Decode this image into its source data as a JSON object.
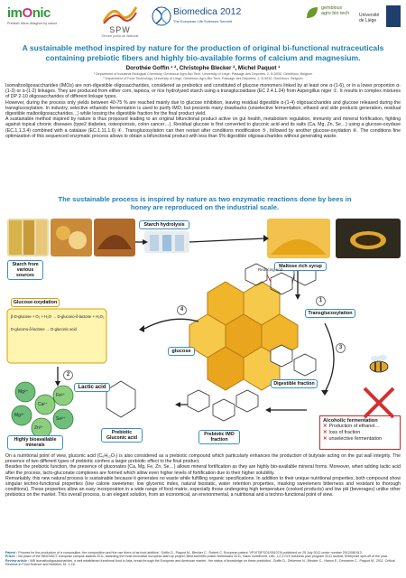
{
  "logos": {
    "imonic": {
      "word_a": "im",
      "word_b": "O",
      "word_c": "nic",
      "tagline": "Prebiotic fibers designed by nature"
    },
    "spw": {
      "word": "SPW",
      "tagline": "Service public de Wallonie"
    },
    "biomedica": {
      "line1": "Biomedica 2012",
      "line2": "The European Life Sciences Summit"
    },
    "gembloux": {
      "line1": "gembloux",
      "line2": "agro bio tech"
    },
    "ulg": {
      "line1": "Université",
      "line2": "de Liège"
    }
  },
  "title": "A sustainable method inspired by nature for the production of original bi-functional nutraceuticals containing prebiotic fibers and highly bio-available forms of calcium and magnesium.",
  "authors": "Dorothée Goffin ¹ ², Christophe Blecker ², Michel Paquot ¹",
  "affiliations": [
    "¹ Department of Industrial Biological Chemistry, Gembloux Agro-Bio Tech, University of Liège, Passage des Déportés, 2, B-5030, Gembloux, Belgium",
    "² Department of Food Technology, University of Liège, Gembloux Agro-Bio Tech, Passage des Déportés, 2, B-5030, Gembloux, Belgium"
  ],
  "intro": {
    "p1": "Isomaltooligosaccharides (IMOs) are non-digestible oligosaccharides, considered as prebiotics and constituted of glucose monomers linked by at least one α-(1-6), or in a lower proportion α-(1-3) or α-(1-2) linkages. They are produced from either corn, tapioca, or rice hydrolyzed starch using a transglucosidase (EC 2.4.1.24) from Aspergillus niger ①. It results in complex mixtures of DP 2-10 oligosaccharides of different linkage types.",
    "p2": "However, during the process only yields between 40-75 % are reached mainly due to glucose inhibition, leaving residual digestible α-(1-4) oligosaccharides and glucose released during the transglucosylation. In industry, selective ethanolic fermentation is used to purify IMO, but presents many drawbacks (unselective fermentation, ethanol and side products generation, residual digestible maltooligosaccharides…) while loosing the digestible fraction for the final product yield.",
    "p3": "A sustainable method inspired by nature is thus proposed leading to an original bifunctional product active on gut health, metabolism regulation, immunity and mineral fortification, fighting against topical chronic diseases (type2 diabetes, osteoporosis, colon cancer…). Residual glucose is first converted to gluconic acid and its salts (Ca, Mg, Zn, Se…) using a glucose-oxydase (EC.1.1.3.4) combined with a catalase (EC.1.11.1.6) ④. Transglucosylation can then restart after conditions modification ⑤, followed by another glucose-oxydation ⑥. The conditions fine optimization of this sequenced enzymatic process allows to obtain a bifunctional product with less than 5% digestible oligosaccharides without generating waste."
  },
  "banner": "The sustainable process is inspired by nature as two enzymatic reactions done by bees in honey are reproduced on the industrial scale.",
  "diagram": {
    "starch_sources": "Starch from various sources",
    "starch_hydrolysis": "Starch hydrolysis",
    "maltose_syrup": "Maltose rich syrup",
    "transglucosylation": "Transglucosylation",
    "glucose_oxydation": "Glucose-oxydation",
    "lactic_acid": "Lactic acid",
    "glucose": "glucose",
    "digestible_fraction": "Digestible fraction",
    "minerals": "Highly bioavailable minerals",
    "gluconic": "Prebiotic Gluconic acid",
    "imo_fraction": "Prebiotic IMO fraction",
    "reducing_end": "Reducing end",
    "step_numbers": [
      "1",
      "2",
      "3",
      "4"
    ],
    "mineral_ions": [
      "Mg²⁺",
      "Ca²⁺",
      "Mg²⁺",
      "Zn²⁺",
      "Se²⁺",
      "Fe²⁺"
    ],
    "reaction_line1": "β-D-glucose + O₂ + H₂O",
    "reaction_line1b": "D-glucono-δ-lactone + H₂O₂",
    "reaction_line2": "D-glucono-δ-lactone",
    "reaction_line2b": "D-gluconic acid"
  },
  "legend": {
    "header": "Alcoholic fermentation",
    "items": [
      "Production of ethanol…",
      "loss of fraction",
      "unselective fermentation"
    ]
  },
  "outro": {
    "p1": "On a nutritional point of view, gluconic acid (C₆H₁₂O₇) is also considered as a prebiotic compound which particularly enhances the production of butyrate acting on the gut wall integrity. The presence of two different types of prebiotic confers a larger prebiotic effect to the final product.",
    "p2": "Besides the prebiotic function, the presence of gluconates (Ca, Mg, Fe, Zn, Se…) allows mineral fortification as they are highly bio-available mineral forms. Moreover, when adding lactic acid after the process, lacto-gluconate complexes are formed which allow even higher levels of fortification due to their higher solubility.",
    "p3": "Remarkably, this new natural process is sustainable because it generates no waste while fulfilling organic specifications. In addition to their unique nutritional properties, both compound show singular techno-functional properties (low calorie sweetener, low glycemic index, natural biostatic, water retention properties, masking sweeteners bitterness and resistant to thorough conditions). These properties allow an easy incorporation in a wide range of food matrix, especially those undergoing high temperature (cooked products) and low pH (beverages) unlike other prebiotics on the market. This overall process, is an elegant solution, from an economical, an environmental, a nutritional and a techno-functional point of view."
  },
  "refs": {
    "patent_label": "Patent :",
    "patent": "Process for the production of a composition, the composition and the use there-of as food additive', Goffin D., Paquot M., Blecker C., Robert C. European patent: VP1075FSO1/05107/6 published on 25 July 2012 under number 2012/081913.",
    "prizes_label": "Prizes :",
    "prizes": "3rd place of the INNOVACT european campus awards 2011, awarding the most innovative european start-up project; Best scientific poster NutriAward 2011, Salon NutriEvent, Lille. 1,2,3 GO! business plan program 2011 laureat, Enterprise spin-off of the year.",
    "review_label": "Review article :",
    "review": "Will isomaltooligosaccharides, a well established functional food in Asia, break through the European and American market : the status of knowledge on these prebiotics', Goffin D., Delzenne N., Blecker C., Hanon E., Deroanne C., Paquot M., 2011. Critical Reviews in Food Science and Nutrition, 51: 1-16"
  }
}
